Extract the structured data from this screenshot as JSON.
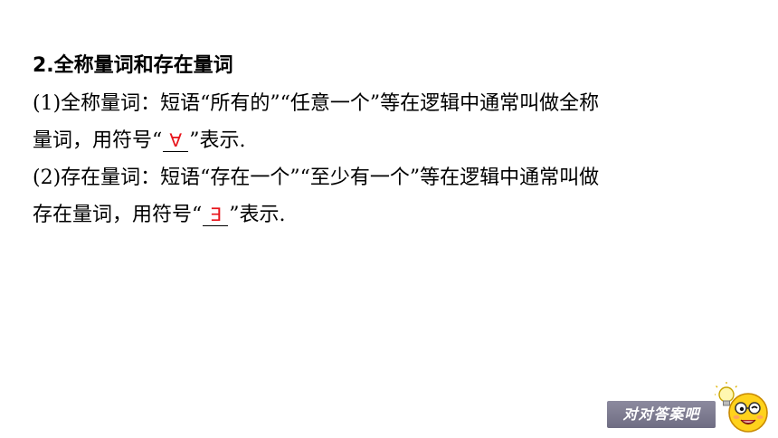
{
  "section": {
    "heading": "2.全称量词和存在量词"
  },
  "universal": {
    "line1": "(1)全称量词：短语“所有的”“任意一个”等在逻辑中通常叫做全称",
    "line2_before": "量词，用符号“",
    "symbol": "∀",
    "line2_after": "”表示."
  },
  "existential": {
    "line1": "(2)存在量词：短语“存在一个”“至少有一个”等在逻辑中通常叫做",
    "line2_before": "存在量词，用符号“",
    "symbol": "∃",
    "line2_after": "”表示."
  },
  "answer_button": {
    "label": "对对答案吧"
  },
  "colors": {
    "answer_symbol": "#e8141b",
    "button_background": "#7a788e"
  },
  "icons": {
    "mascot": "smiley-face-lightbulb-icon"
  }
}
